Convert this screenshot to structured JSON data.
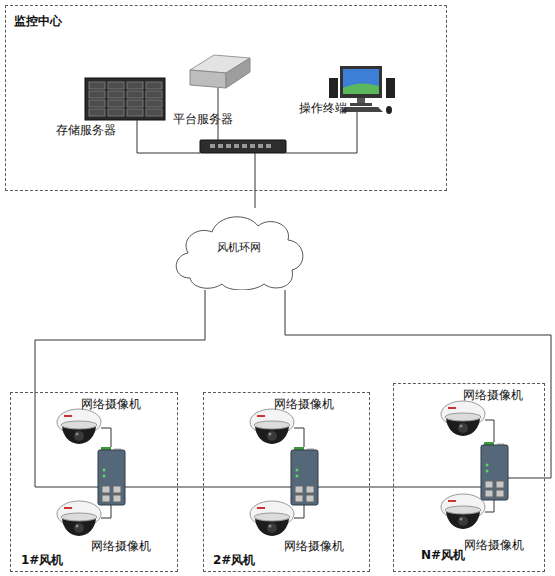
{
  "diagram": {
    "nodes": [
      {
        "text": [
          "监控中心"
        ]
      },
      {
        "text": [
          "存储服务器"
        ],
        "in": 0
      },
      {
        "text": [
          "平台服务器"
        ],
        "in": 0
      },
      {
        "text": [
          "操作终端"
        ],
        "in": 0
      },
      {
        "text": [
          "风机环网"
        ]
      },
      {
        "text": [
          "1#风机"
        ]
      },
      {
        "text": [
          "网络摄像机"
        ],
        "in": 5
      },
      {
        "text": [
          "网络摄像机"
        ],
        "in": 5
      },
      {
        "text": [
          "2#风机"
        ]
      },
      {
        "text": [
          "网络摄像机"
        ],
        "in": 8
      },
      {
        "text": [
          "网络摄像机"
        ],
        "in": 8
      },
      {
        "text": [
          "N#风机"
        ]
      },
      {
        "text": [
          "网络摄像机"
        ],
        "in": 11
      },
      {
        "text": [
          "网络摄像机"
        ],
        "in": 11
      }
    ],
    "edges": [
      {
        "from": 0,
        "to": 4,
        "arrow": "none"
      },
      {
        "from": 4,
        "to": 5,
        "arrow": "none"
      },
      {
        "from": 5,
        "to": 8,
        "arrow": "none"
      },
      {
        "from": 8,
        "to": 11,
        "arrow": "none"
      },
      {
        "from": 11,
        "to": 4,
        "arrow": "none"
      }
    ]
  }
}
